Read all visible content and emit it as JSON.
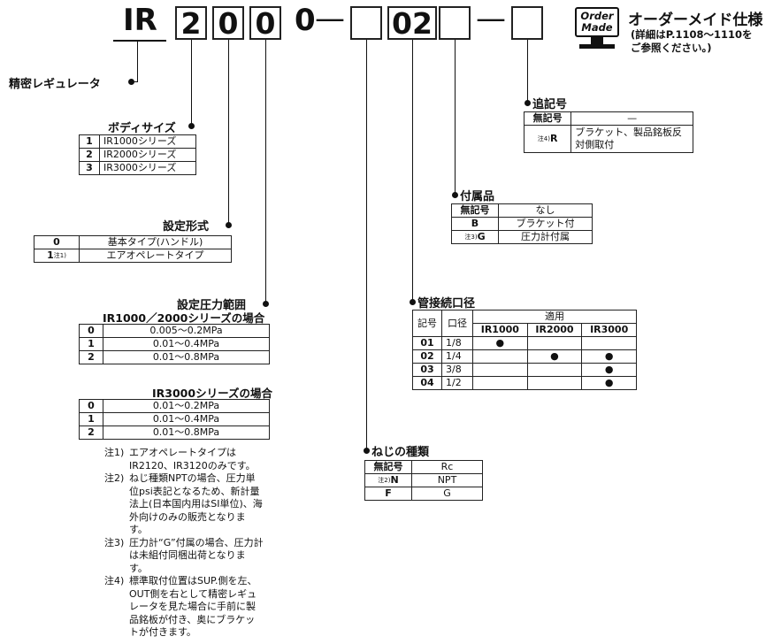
{
  "model": {
    "prefix": "IR",
    "digits": [
      "2",
      "0",
      "0"
    ],
    "fixed_digit": "0",
    "dash1": "—",
    "port_code": "02",
    "dash2": "—"
  },
  "order_made": {
    "icon_line1": "Order",
    "icon_line2": "Made",
    "title": "オーダーメイド仕様",
    "detail_line1": "(詳細はP.1108〜1110を",
    "detail_line2": "ご参照ください。)"
  },
  "product_label": "精密レギュレータ",
  "body_size": {
    "title": "ボディサイズ",
    "rows": [
      {
        "code": "1",
        "text": "IR1000シリーズ"
      },
      {
        "code": "2",
        "text": "IR2000シリーズ"
      },
      {
        "code": "3",
        "text": "IR3000シリーズ"
      }
    ]
  },
  "setting_type": {
    "title": "設定形式",
    "rows": [
      {
        "code": "0",
        "note": "",
        "text": "基本タイプ(ハンドル)"
      },
      {
        "code": "1",
        "note": "注1)",
        "text": "エアオペレートタイプ"
      }
    ]
  },
  "pressure_range": {
    "title": "設定圧力範囲",
    "sub1": "IR1000／2000シリーズの場合",
    "rows1": [
      {
        "code": "0",
        "text": "0.005〜0.2MPa"
      },
      {
        "code": "1",
        "text": "0.01〜0.4MPa"
      },
      {
        "code": "2",
        "text": "0.01〜0.8MPa"
      }
    ],
    "sub2": "IR3000シリーズの場合",
    "rows2": [
      {
        "code": "0",
        "text": "0.01〜0.2MPa"
      },
      {
        "code": "1",
        "text": "0.01〜0.4MPa"
      },
      {
        "code": "2",
        "text": "0.01〜0.8MPa"
      }
    ]
  },
  "notes": [
    {
      "no": "注1)",
      "text": "エアオペレートタイプはIR2120、IR3120のみです。"
    },
    {
      "no": "注2)",
      "text": "ねじ種類NPTの場合、圧力単位psi表記となるため、新計量法上(日本国内用はSI単位)、海外向けのみの販売となります。"
    },
    {
      "no": "注3)",
      "text": "圧力計“G”付属の場合、圧力計は未組付同梱出荷となります。"
    },
    {
      "no": "注4)",
      "text": "標準取付位置はSUP.側を左、OUT側を右として精密レギュレータを見た場合に手前に製品銘板が付き、奥にブラケットが付きます。"
    }
  ],
  "suffix": {
    "title": "追記号",
    "rows": [
      {
        "code": "無記号",
        "note": "",
        "text": "—"
      },
      {
        "code": "R",
        "note": "注4)",
        "text": "ブラケット、製品銘板反対側取付"
      }
    ]
  },
  "accessory": {
    "title": "付属品",
    "rows": [
      {
        "code": "無記号",
        "note": "",
        "text": "なし"
      },
      {
        "code": "B",
        "note": "",
        "text": "ブラケット付"
      },
      {
        "code": "G",
        "note": "注3)",
        "text": "圧力計付属"
      }
    ]
  },
  "port_size": {
    "title": "管接続口径",
    "head_code": "記号",
    "head_size": "口径",
    "head_apply": "適用",
    "series": [
      "IR1000",
      "IR2000",
      "IR3000"
    ],
    "mark": "●",
    "rows": [
      {
        "code": "01",
        "size": "1/8",
        "apply": [
          true,
          false,
          false
        ]
      },
      {
        "code": "02",
        "size": "1/4",
        "apply": [
          false,
          true,
          true
        ]
      },
      {
        "code": "03",
        "size": "3/8",
        "apply": [
          false,
          false,
          true
        ]
      },
      {
        "code": "04",
        "size": "1/2",
        "apply": [
          false,
          false,
          true
        ]
      }
    ]
  },
  "thread_type": {
    "title": "ねじの種類",
    "rows": [
      {
        "code": "無記号",
        "note": "",
        "text": "Rc"
      },
      {
        "code": "N",
        "note": "注2)",
        "text": "NPT"
      },
      {
        "code": "F",
        "note": "",
        "text": "G"
      }
    ]
  }
}
